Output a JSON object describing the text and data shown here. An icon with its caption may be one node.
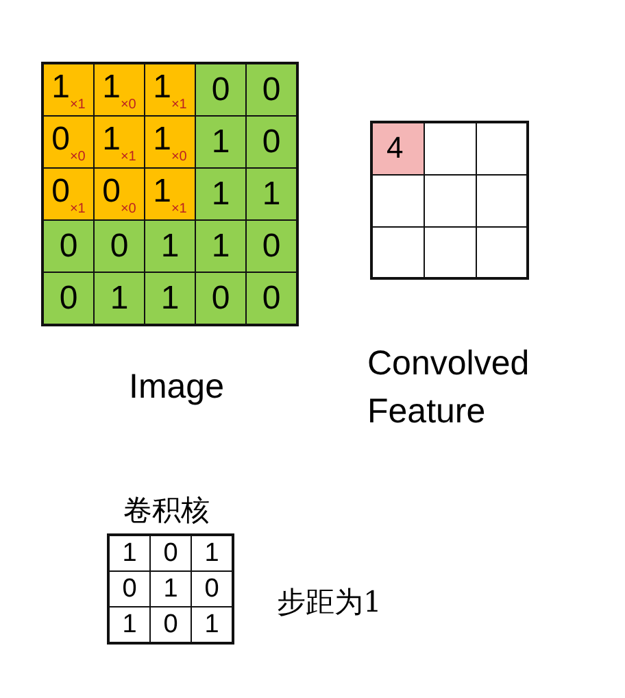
{
  "diagram": {
    "labels": [
      "1$_{×1}$",
      "1$_{×0}$",
      "1$_{×1}$",
      "0",
      "0",
      "0$_{×0}$",
      "1$_{×1}$",
      "1$_{×0}$",
      "1",
      "0",
      "0$_{×1}$",
      "0$_{×0}$",
      "1$_{×1}$",
      "1",
      "1",
      "0",
      "0",
      "1",
      "1",
      "0",
      "0",
      "1",
      "1",
      "0",
      "0",
      "4",
      "Image",
      "Convolved Feature",
      "卷积核",
      "1",
      "0",
      "1",
      "0",
      "1",
      "0",
      "1",
      "0",
      "1",
      "步距为1"
    ]
  }
}
